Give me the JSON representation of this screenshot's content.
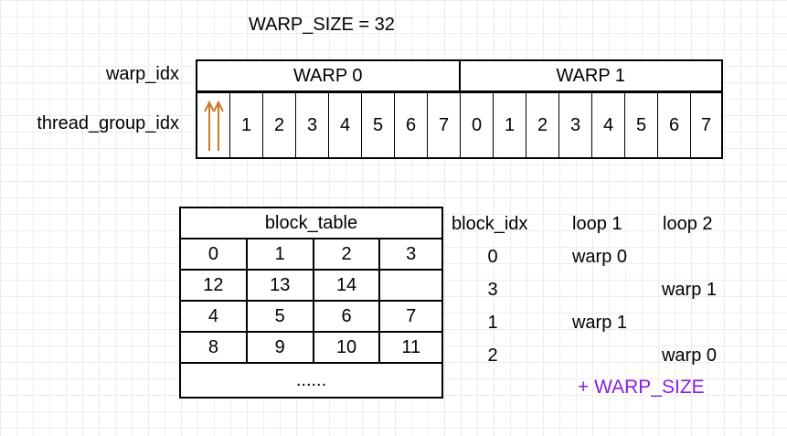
{
  "title": "WARP_SIZE = 32",
  "row_labels": {
    "warp": "warp_idx",
    "thread_group": "thread_group_idx"
  },
  "warps": [
    "WARP 0",
    "WARP 1"
  ],
  "thread_groups": [
    "",
    "1",
    "2",
    "3",
    "4",
    "5",
    "6",
    "7",
    "0",
    "1",
    "2",
    "3",
    "4",
    "5",
    "6",
    "7"
  ],
  "arrow_color": "#cc7a29",
  "block_table": {
    "header": "block_table",
    "rows": [
      [
        "0",
        "1",
        "2",
        "3"
      ],
      [
        "12",
        "13",
        "14",
        ""
      ],
      [
        "4",
        "5",
        "6",
        "7"
      ],
      [
        "8",
        "9",
        "10",
        "11"
      ]
    ],
    "ellipsis": "......"
  },
  "side_table": {
    "headers": [
      "block_idx",
      "loop 1",
      "loop 2"
    ],
    "rows": [
      [
        "0",
        "warp 0",
        ""
      ],
      [
        "3",
        "",
        "warp 1"
      ],
      [
        "1",
        "warp 1",
        ""
      ],
      [
        "2",
        "",
        "warp 0"
      ]
    ]
  },
  "note": "+ WARP_SIZE",
  "note_color": "#8b1fd9"
}
